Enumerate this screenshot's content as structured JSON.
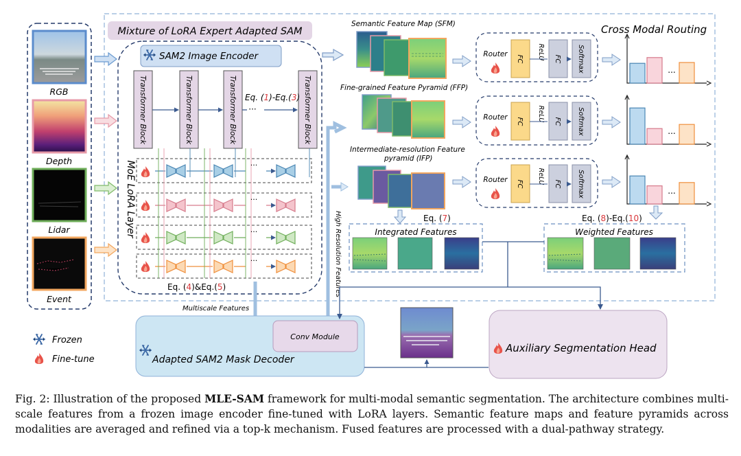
{
  "modalities": [
    {
      "label": "RGB",
      "color": "#6b9bd1"
    },
    {
      "label": "Depth",
      "color": "#e79aa8"
    },
    {
      "label": "Lidar",
      "color": "#7fba6a"
    },
    {
      "label": "Event",
      "color": "#f2a65e"
    }
  ],
  "legend": {
    "frozen": "Frozen",
    "finetune": "Fine-tune"
  },
  "mixture_title": "Mixture of LoRA Expert Adapted SAM",
  "encoder_title": "SAM2 Image Encoder",
  "transformer_block": "Transformer Block",
  "eq_1_3": {
    "pre": "Eq. (",
    "n1": "1",
    "mid": ")-Eq.(",
    "n2": "3",
    "post": ")"
  },
  "ellipsis": "···",
  "moe_label": "MoE LoRA Layer",
  "eq_4_5": {
    "pre": "Eq. (",
    "n1": "4",
    "mid": ")&Eq.(",
    "n2": "5",
    "post": ")"
  },
  "multiscale": "Multiscale Features",
  "high_res": "High Resolution Features",
  "conv_module": "Conv Module",
  "decoder": "Adapted SAM2 Mask Decoder",
  "aux_head": "Auxiliary Segmentation Head",
  "feature_rows": [
    {
      "title": "Semantic Feature Map (SFM)"
    },
    {
      "title": "Fine-grained Feature Pyramid (FFP)"
    },
    {
      "title1": "Intermediate-resolution Feature",
      "title2": "pyramid (IFP)"
    }
  ],
  "router": {
    "router": "Router",
    "fc": "FC",
    "relu": "ReLU",
    "softmax": "Softmax"
  },
  "cross_modal": "Cross Modal Routing",
  "eq_7": {
    "pre": "Eq. (",
    "n1": "7",
    "post": ")"
  },
  "eq_8_10": {
    "pre": "Eq. (",
    "n1": "8",
    "mid": ")-Eq.(",
    "n2": "10",
    "post": ")"
  },
  "integrated": "Integrated Features",
  "weighted": "Weighted Features",
  "bar_ellipsis": "...",
  "routing_weights": [
    [
      0.48,
      0.62,
      0.5
    ],
    [
      0.88,
      0.38,
      0.48
    ],
    [
      0.68,
      0.44,
      0.52
    ]
  ],
  "caption": {
    "prefix": "Fig. 2: Illustration of the proposed ",
    "bold": "MLE-SAM",
    "rest": " framework for multi-modal semantic segmentation. The architecture combines multi-scale features from a frozen image encoder fine-tuned with LoRA layers. Semantic feature maps and feature pyramids across modalities are averaged and refined via a top-k mechanism. Fused features are processed with a dual-pathway strategy."
  }
}
